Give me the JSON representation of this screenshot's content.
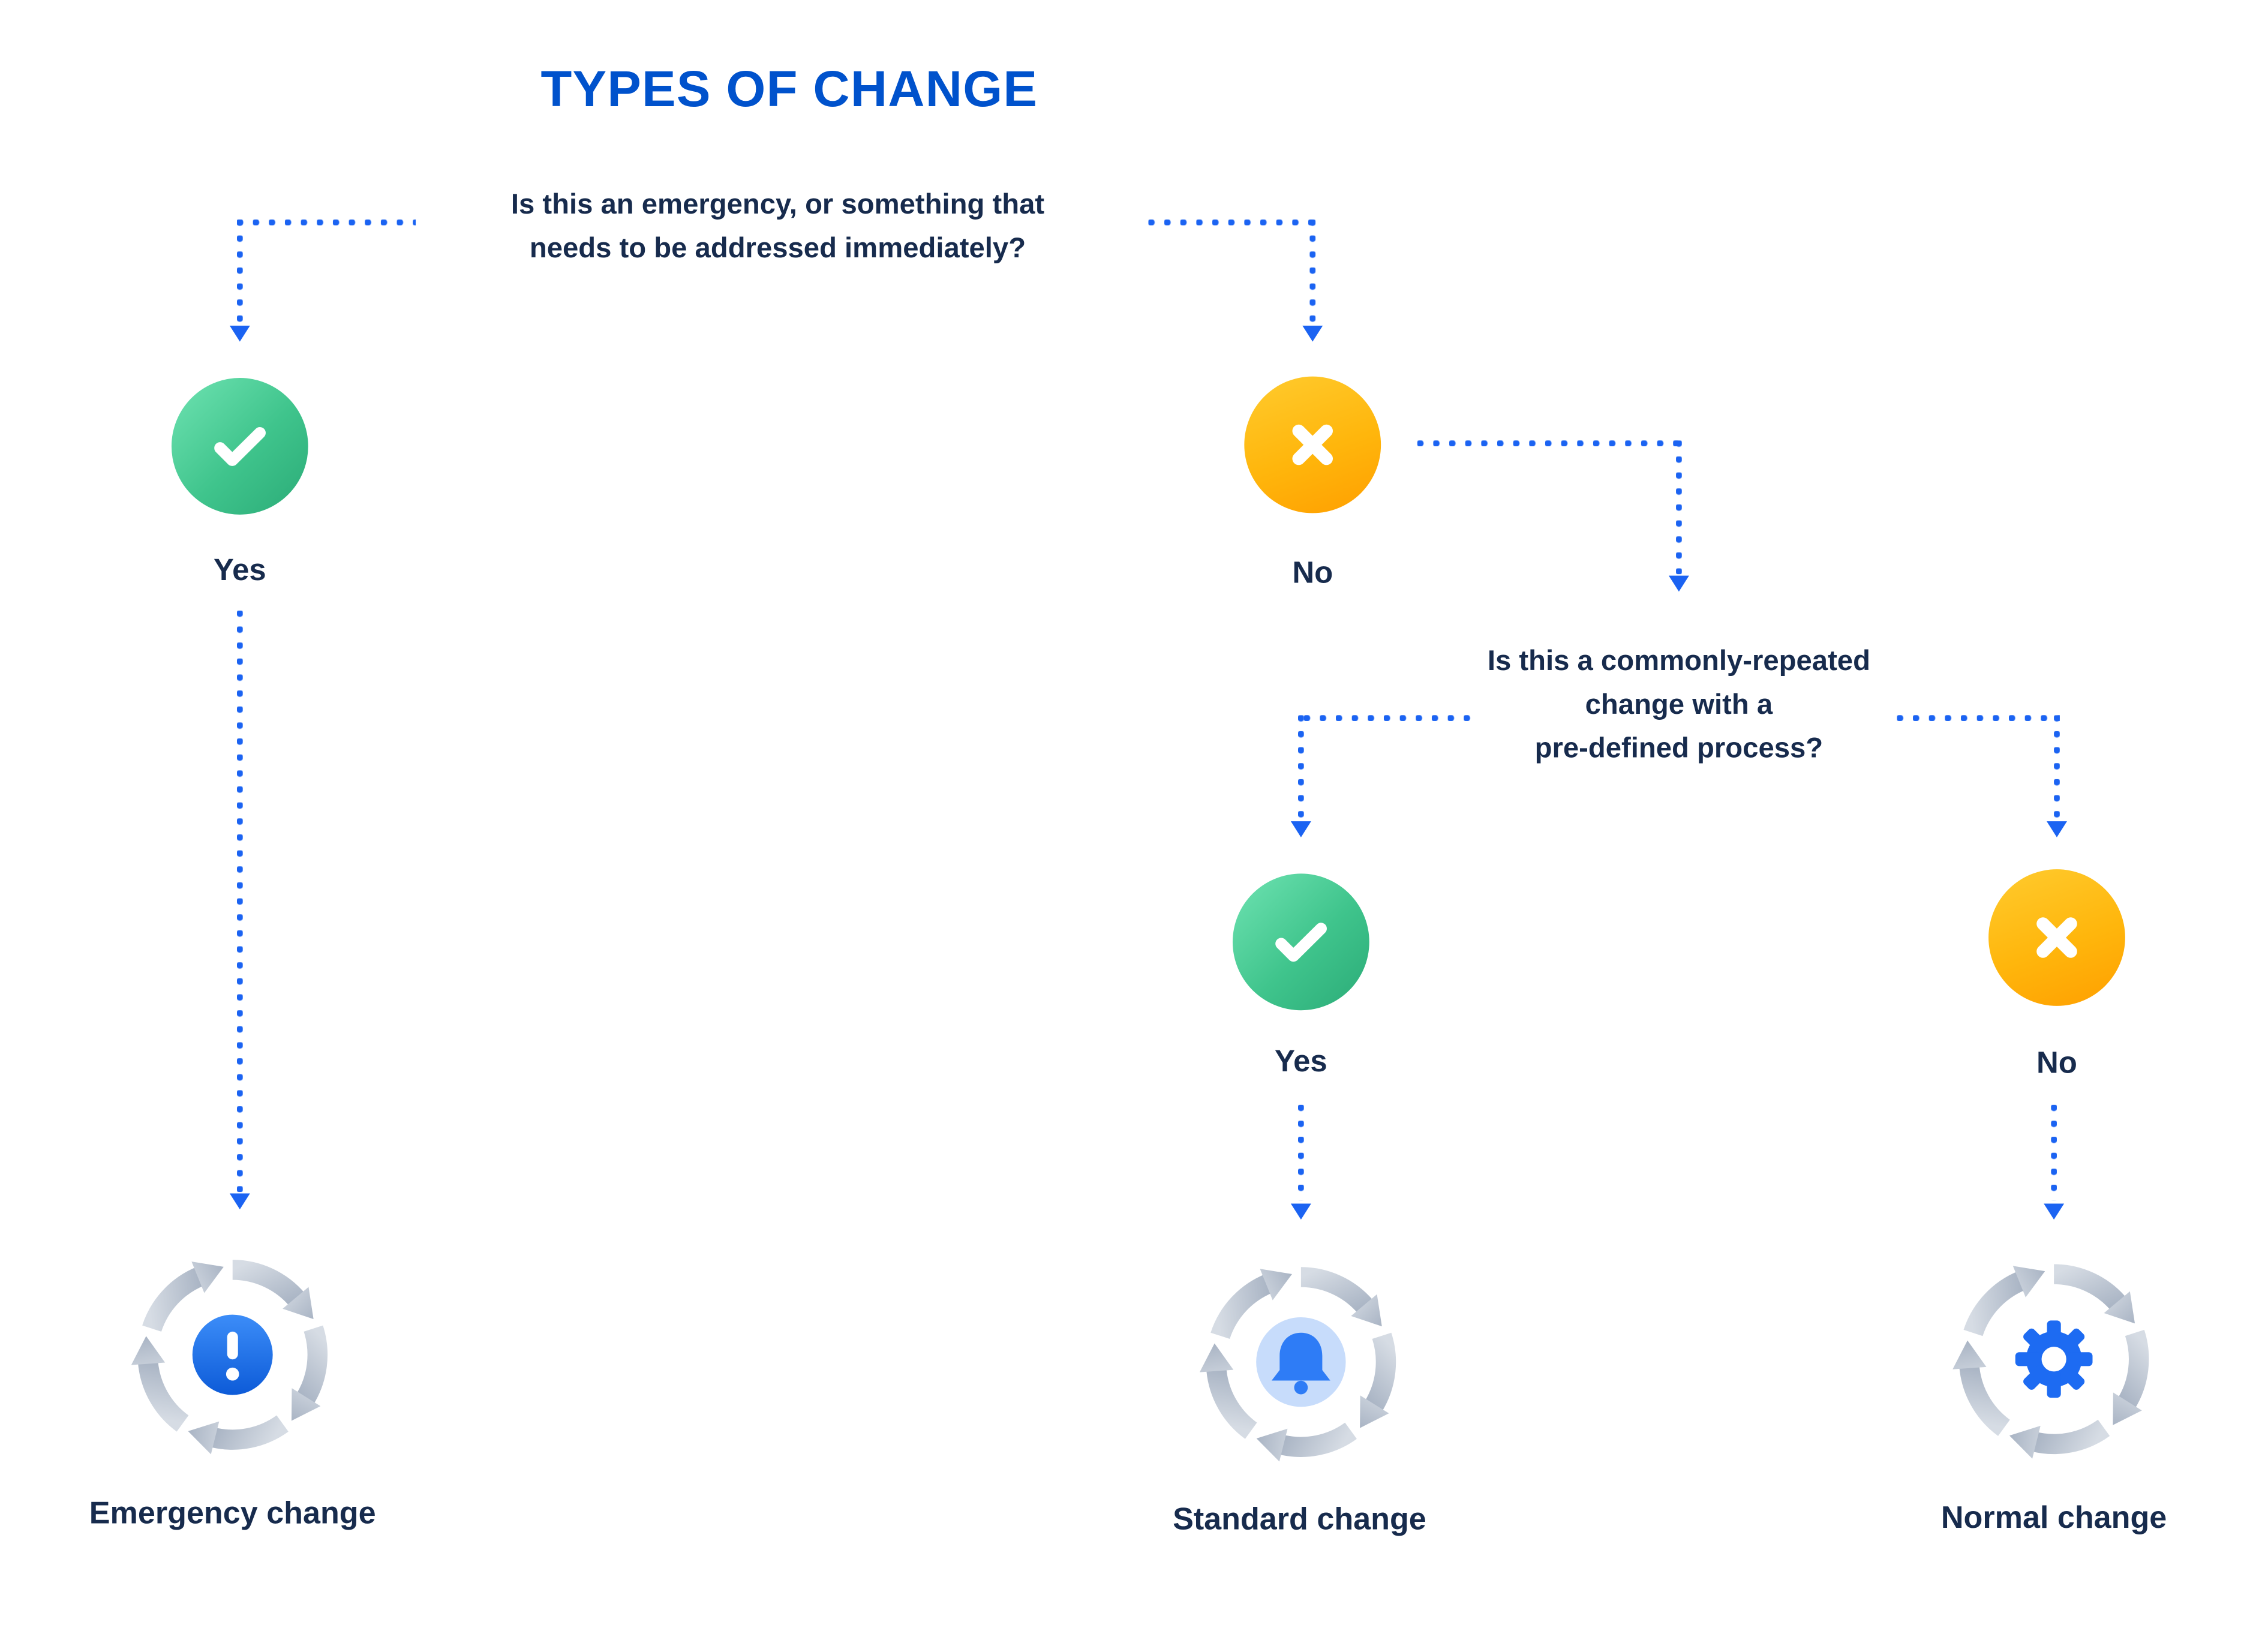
{
  "title": "TYPES OF CHANGE",
  "colors": {
    "title_blue": "#0052CC",
    "connector_blue": "#1B63F2",
    "text_navy": "#172B4D",
    "yes_green": "#36B37E",
    "no_orange": "#FFAB00",
    "icon_blue": "#1D6BF2",
    "cycle_gray": "#C3CBD6"
  },
  "flow": {
    "question1": {
      "lines": [
        "Is this an emergency, or something that",
        "needs to be addressed immediately?"
      ]
    },
    "question2": {
      "lines": [
        "Is this a commonly-repeated",
        "change with a",
        "pre-defined process?"
      ]
    },
    "answer_yes": "Yes",
    "answer_no": "No",
    "outcomes": {
      "emergency": {
        "label": "Emergency change",
        "icon": "exclamation-cycle-icon"
      },
      "standard": {
        "label": "Standard change",
        "icon": "bell-cycle-icon"
      },
      "normal": {
        "label": "Normal change",
        "icon": "gear-cycle-icon"
      }
    }
  }
}
